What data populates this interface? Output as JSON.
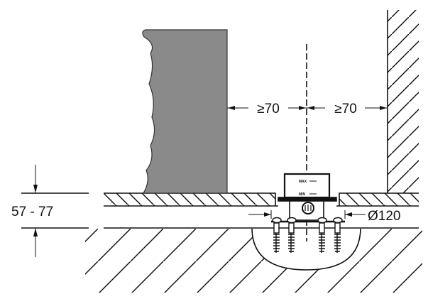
{
  "dimensions": {
    "toilet_to_center": "≥70",
    "center_to_wall": "≥70",
    "floor_height": "57 - 77",
    "hole_diameter": "Ø120"
  },
  "box_labels": {
    "max": "MAX",
    "min": "MIN"
  },
  "colors": {
    "toilet": "#8a8a8a",
    "line": "#111111"
  }
}
